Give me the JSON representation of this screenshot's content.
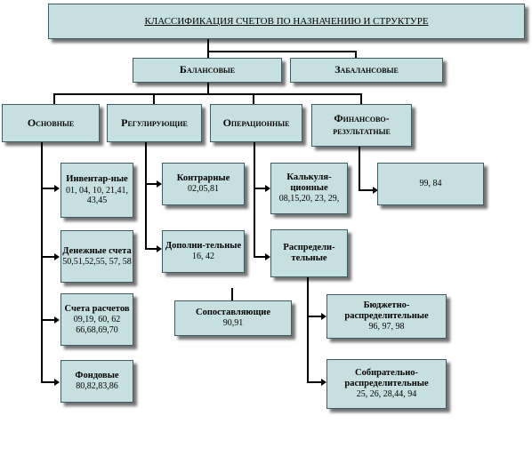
{
  "title": "КЛАССИФИКАЦИЯ СЧЕТОВ ПО НАЗНАЧЕНИЮ И СТРУКТУРЕ",
  "level1": {
    "balance": "Балансовые",
    "offbalance": "Забалансовые"
  },
  "level2": {
    "basic": "Основные",
    "regulating": "Регулирующие",
    "operational": "Операционные",
    "financial": "Финансово-результатные"
  },
  "basic": {
    "inventory": {
      "label": "Инвентар-ные",
      "numbers": "01, 04, 10, 21,41, 43,45"
    },
    "money": {
      "label": "Денежные счета",
      "numbers": "50,51,52,55, 57, 58"
    },
    "settlement": {
      "label": "Счета расчетов",
      "numbers": "09,19, 60, 62 66,68,69,70"
    },
    "funds": {
      "label": "Фондовые",
      "numbers": "80,82,83,86"
    }
  },
  "regulating": {
    "contra": {
      "label": "Контрарные",
      "numbers": "02,05,81"
    },
    "additional": {
      "label": "Дополни-тельные",
      "numbers": "16, 42"
    }
  },
  "operational": {
    "calculation": {
      "label": "Калькуля-ционные",
      "numbers": "08,15,20, 23, 29,"
    },
    "distribution": {
      "label": "Распредели-тельные"
    },
    "comparing": {
      "label": "Сопоставляющие",
      "numbers": "90,91"
    },
    "budget": {
      "label": "Бюджетно-распределительные",
      "numbers": "96, 97, 98"
    },
    "collecting": {
      "label": "Собирательно-распределительные",
      "numbers": "25, 26, 28,44, 94"
    }
  },
  "financial": {
    "numbers": "99, 84"
  }
}
